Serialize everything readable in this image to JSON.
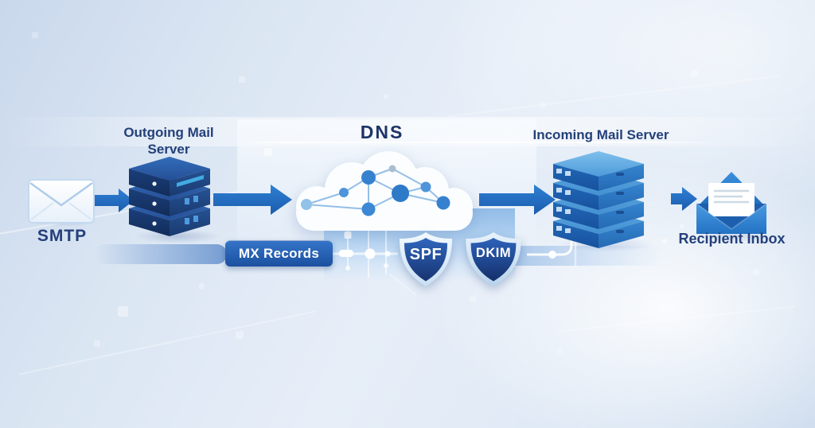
{
  "labels": {
    "smtp": "SMTP",
    "outgoing": "Outgoing Mail Server",
    "dns": "DNS",
    "incoming": "Incoming Mail Server",
    "recipient": "Recipient Inbox",
    "mx_records": "MX Records",
    "spf": "SPF",
    "dkim": "DKIM"
  },
  "colors": {
    "label_text": "#24407a",
    "arrow_blue": "#1f6fc5",
    "badge_blue": "#2467bb",
    "shield_navy": "#1d4189",
    "server_dark_navy": "#17386e",
    "server_blue": "#2373c5",
    "envelope_blue": "#2e86d6",
    "cloud_white": "#fbfdff",
    "background_tint": "#dfe9f5"
  },
  "icons": {
    "closed-envelope-icon": "✉",
    "server-stack-icon": "🗄",
    "dns-cloud-icon": "☁",
    "shield-icon": "🛡",
    "open-envelope-icon": "📩",
    "arrow-right-icon": "➜"
  }
}
